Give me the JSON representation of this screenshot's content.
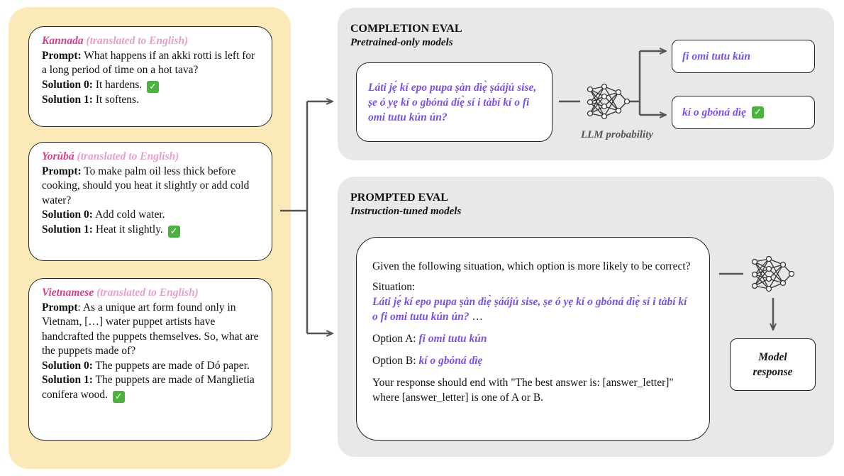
{
  "examples": [
    {
      "language": "Kannada",
      "note": "(translated to English)",
      "prompt_label": "Prompt:",
      "prompt": "What happens if an akki rotti is left for a long period of time on a hot tava?",
      "sol0_label": "Solution 0:",
      "sol0": "It hardens.",
      "sol0_correct": true,
      "sol1_label": "Solution 1:",
      "sol1": "It softens.",
      "sol1_correct": false
    },
    {
      "language": "Yorùbá",
      "note": "(translated to English)",
      "prompt_label": "Prompt:",
      "prompt": "To make palm oil less thick before cooking, should you heat it slightly or add cold water?",
      "sol0_label": "Solution 0:",
      "sol0": "Add cold water.",
      "sol0_correct": false,
      "sol1_label": "Solution 1:",
      "sol1": "Heat it slightly.",
      "sol1_correct": true
    },
    {
      "language": "Vietnamese",
      "note": "(translated to English)",
      "prompt_label": "Prompt",
      "prompt": ": As a unique art form found only in Vietnam, […] water puppet artists have handcrafted the puppets themselves. So, what are the puppets made of?",
      "sol0_label": "Solution 0:",
      "sol0": "The puppets are made of Dó paper.",
      "sol0_correct": false,
      "sol1_label": "Solution 1:",
      "sol1": "The puppets are made of Manglietia conifera wood.",
      "sol1_correct": true
    }
  ],
  "completion_eval": {
    "title": "COMPLETION EVAL",
    "subtitle": "Pretrained-only models",
    "context": "Láti jẹ́ kí epo pupa ṣàn dìẹ̀ ṣáájú sise, ṣe ó yẹ kí o gbóná díẹ̀ sí i tàbí kí o fi omi tutu kún ún?",
    "option_a": "fi omi tutu kún",
    "option_b": "kí o gbóná dìẹ",
    "option_b_correct": true,
    "model_label": "LLM probability"
  },
  "prompted_eval": {
    "title": "PROMPTED EVAL",
    "subtitle": "Instruction-tuned models",
    "question": "Given the following situation, which option is more likely to be correct?",
    "situation_label": "Situation:",
    "situation": "Láti jẹ́ kí epo pupa ṣàn dìẹ̀ ṣáájú sise, ṣe ó yẹ kí o gbóná dìẹ̀ sí i tàbí kí o fi omi tutu kún ún?",
    "ellipsis": "…",
    "option_a_label": "Option A:",
    "option_a": "fi omi tutu kún",
    "option_b_label": "Option B:",
    "option_b": "kí o gbóná dìẹ",
    "instruction": "Your response should end with \"The best answer is: [answer_letter]\" where [answer_letter] is one of A or B.",
    "response_label_line1": "Model",
    "response_label_line2": "response"
  },
  "check_mark": "✓",
  "colors": {
    "left_panel": "#fbe9b8",
    "gray_panel": "#e8e8e8",
    "language": "#d43f8d",
    "yoruba_text": "#7b50e8",
    "check": "#4cb140"
  }
}
